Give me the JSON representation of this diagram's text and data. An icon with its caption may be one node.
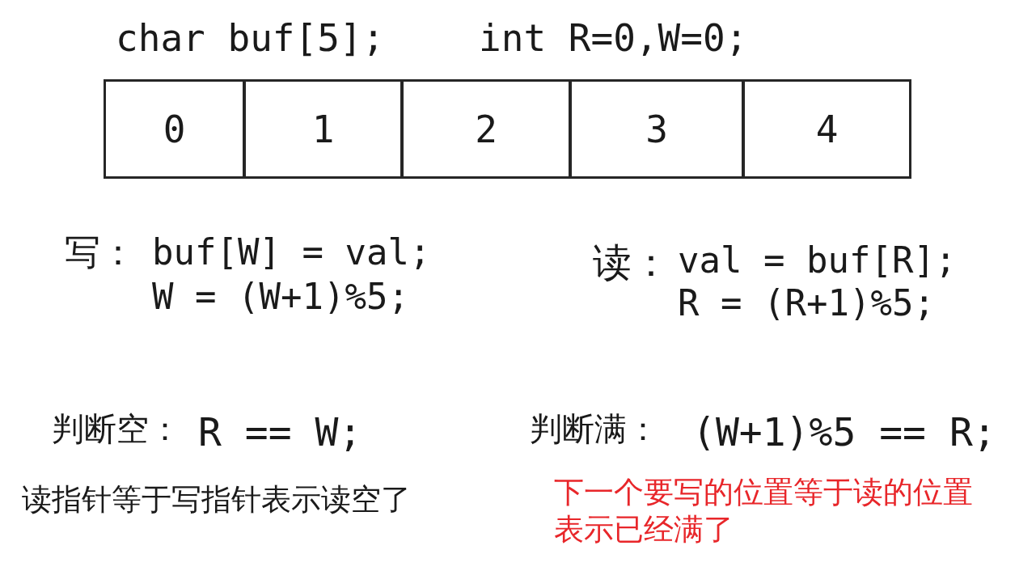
{
  "diagram": {
    "nodes": [
      {
        "text": [
          "0"
        ]
      },
      {
        "text": [
          "1"
        ]
      },
      {
        "text": [
          "2"
        ]
      },
      {
        "text": [
          "3"
        ]
      },
      {
        "text": [
          "4"
        ]
      }
    ],
    "edges": [],
    "labels": [
      "char buf[5];",
      "int R=0,W=0;",
      "写：",
      "buf[W] = val;",
      "W = (W+1)%5;",
      "读：",
      "val = buf[R];",
      "R = (R+1)%5;",
      "判断空：",
      "R == W;",
      "判断满：",
      "(W+1)%5 == R;",
      "读指针等于写指针表示读空了",
      "下一个要写的位置等于读的位置表示已经满了"
    ]
  }
}
